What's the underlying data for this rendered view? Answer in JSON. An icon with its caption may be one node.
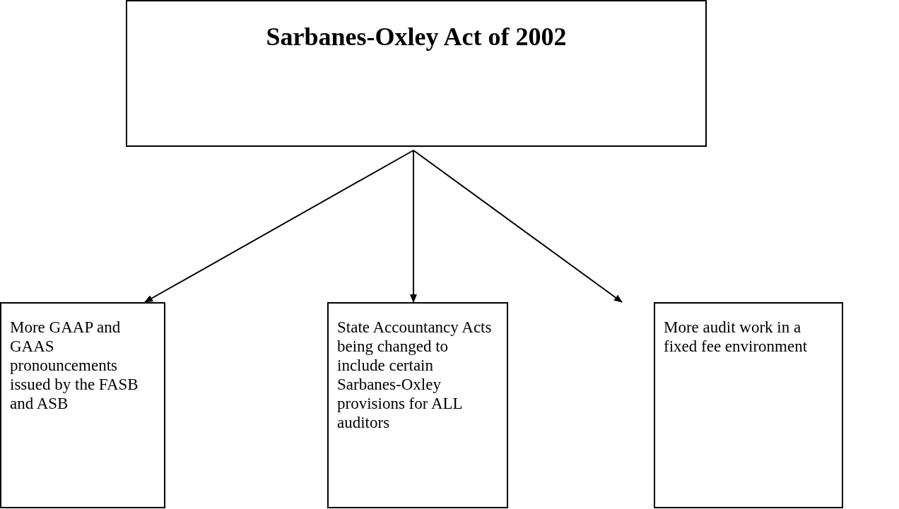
{
  "diagram": {
    "nodes": [
      {
        "text": [
          "Sarbanes-Oxley Act of 2002"
        ]
      },
      {
        "text": [
          "More GAAP and GAAS pronouncements issued by the FASB and ASB"
        ]
      },
      {
        "text": [
          "State Accountancy Acts being changed to include certain Sarbanes-Oxley provisions for ALL auditors"
        ]
      },
      {
        "text": [
          "More audit work in a fixed fee environment"
        ]
      }
    ],
    "edges": [
      {
        "from": 0,
        "to": 1,
        "arrow": "to"
      },
      {
        "from": 0,
        "to": 2,
        "arrow": "to"
      },
      {
        "from": 0,
        "to": 3,
        "arrow": "to"
      }
    ]
  }
}
